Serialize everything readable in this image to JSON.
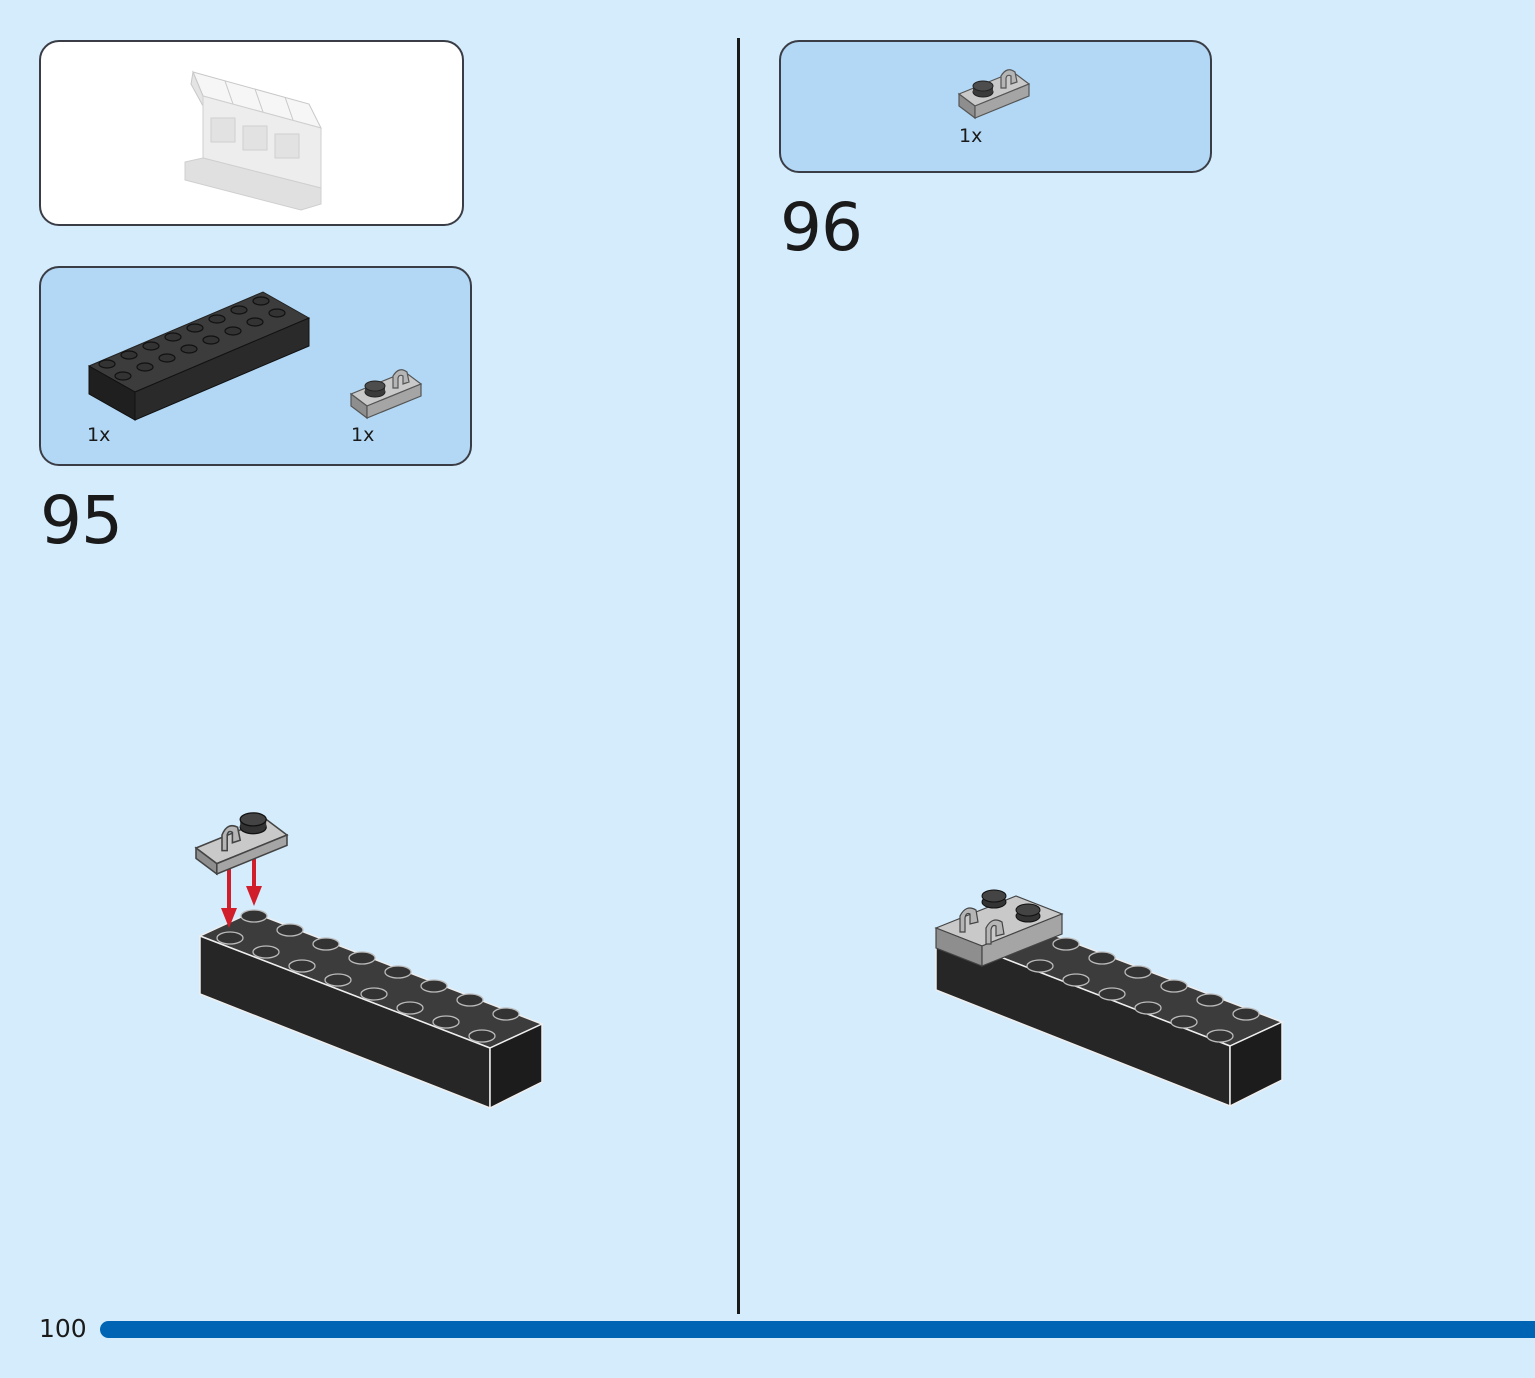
{
  "left": {
    "parts": [
      {
        "qty": "1x",
        "part_icon": "black-2x8-brick"
      },
      {
        "qty": "1x",
        "part_icon": "gray-clip-plate"
      }
    ],
    "step_number": "95"
  },
  "right": {
    "parts": [
      {
        "qty": "1x",
        "part_icon": "gray-clip-plate"
      }
    ],
    "step_number": "96"
  },
  "footer": {
    "page_number": "100",
    "bar_color": "#0064b4"
  },
  "colors": {
    "background": "#d5ecfc",
    "parts_box": "#b3d8f5",
    "brick_black": "#2b2b2b",
    "plate_gray": "#a8a8a8",
    "arrow_red": "#d01e2a"
  }
}
